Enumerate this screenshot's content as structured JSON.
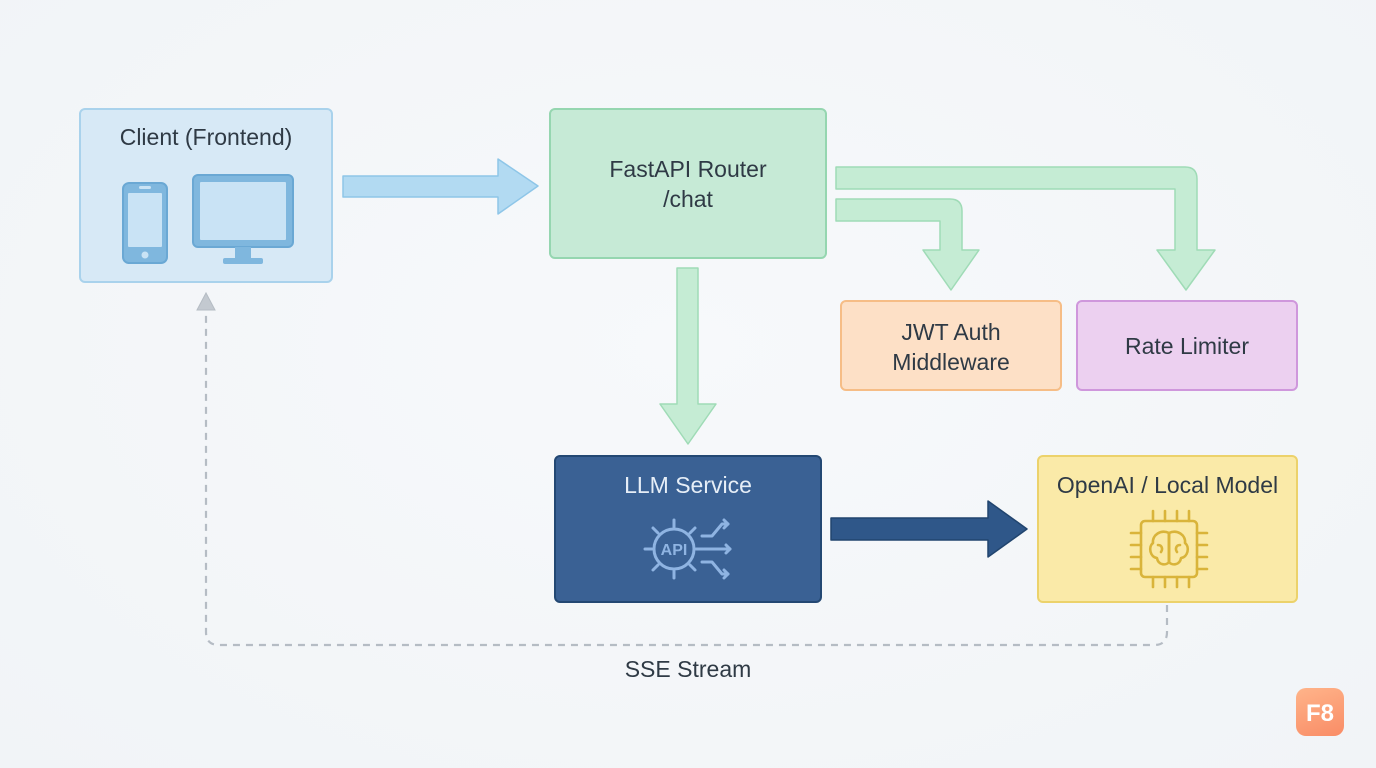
{
  "nodes": {
    "client": {
      "label": "Client (Frontend)"
    },
    "router": {
      "line1": "FastAPI Router",
      "line2": "/chat"
    },
    "jwt": {
      "line1": "JWT Auth",
      "line2": "Middleware"
    },
    "rate_limiter": {
      "label": "Rate Limiter"
    },
    "llm_service": {
      "label": "LLM Service",
      "icon_text": "API"
    },
    "model": {
      "label": "OpenAI / Local Model"
    }
  },
  "edges": {
    "stream_label": "SSE Stream"
  },
  "logo": {
    "text": "F8"
  },
  "colors": {
    "client_fill": "#d7e9f6",
    "client_arrow": "#aad4ef",
    "router_fill": "#c6ead6",
    "router_arrow": "#c0ebd0",
    "jwt_fill": "#fde0c6",
    "rate_fill": "#ecd0f0",
    "llm_fill": "#3a6194",
    "llm_arrow": "#2e578a",
    "model_fill": "#faeaa8",
    "dashed_line": "#b5bcc4",
    "logo": "#f98c66"
  },
  "icons": {
    "client": [
      "smartphone-icon",
      "monitor-icon"
    ],
    "llm_service": "api-gear-icon",
    "model": "brain-chip-icon"
  }
}
